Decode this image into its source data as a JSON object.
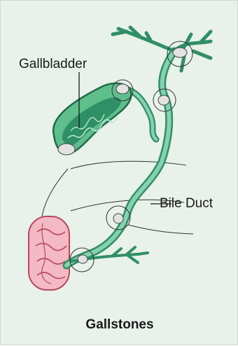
{
  "labels": {
    "gallbladder": "Gallbladder",
    "bile_duct": "Bile Duct"
  },
  "title": "Gallstones",
  "colors": {
    "background": "#e8f1ea",
    "duct_fill": "#86d2b0",
    "duct_dark": "#2f8f66",
    "gallbladder_fill": "#5fbf8c",
    "intestine_fill": "#f3b9c4",
    "intestine_stroke": "#b8485e",
    "stone": "#e2e2e2"
  }
}
